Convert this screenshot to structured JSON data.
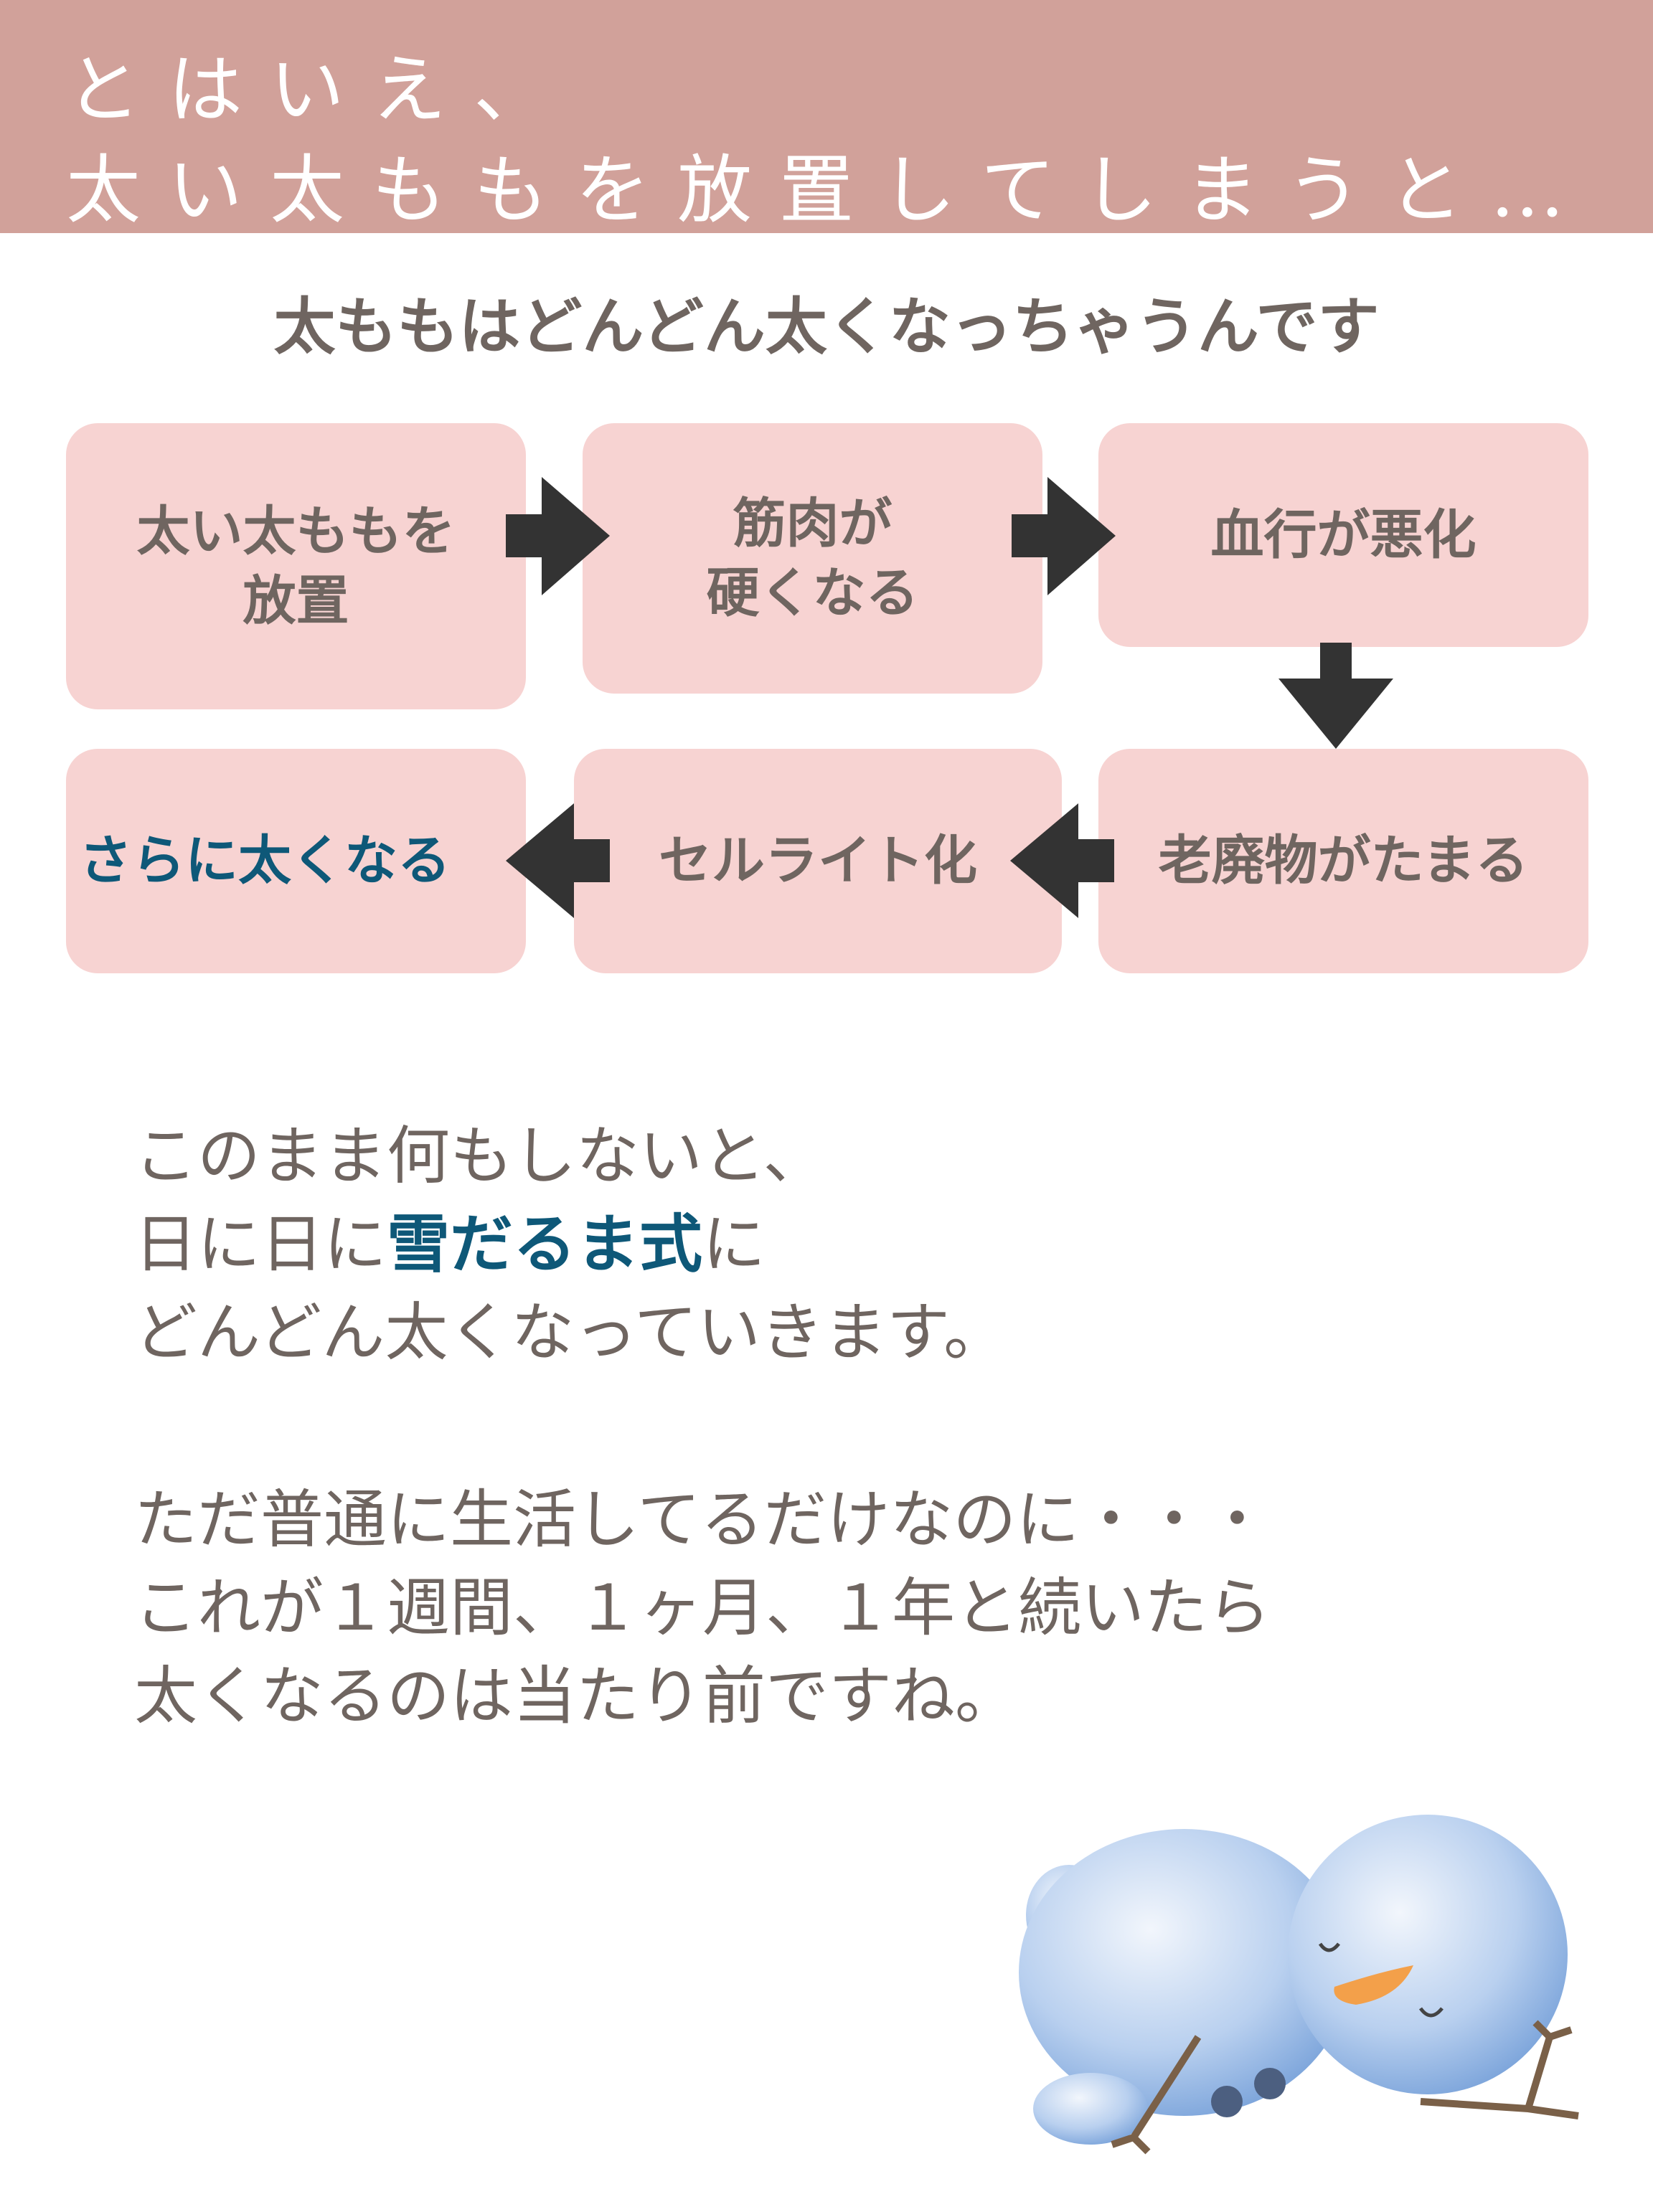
{
  "header": {
    "line1": "とはいえ、",
    "line2": "太い太ももを放置してしまうと…",
    "bg": "#d1a19a"
  },
  "subtitle": "太ももはどんどん太くなっちゃうんです",
  "flow": {
    "steps": [
      {
        "line1": "太い太ももを",
        "line2": "放置"
      },
      {
        "line1": "筋肉が",
        "line2": "硬くなる"
      },
      {
        "line1": "血行が悪化"
      },
      {
        "line1": "老廃物がたまる"
      },
      {
        "line1": "セルライト化"
      },
      {
        "line1": "さらに太くなる"
      }
    ],
    "box_color": "#f7d3d2",
    "accent": "#0e5878"
  },
  "body": {
    "p1": {
      "l1": "このまま何もしないと、",
      "l2a": "日に日に",
      "l2b": "雪だるま式",
      "l2c": "に",
      "l3": "どんどん太くなっていきます。"
    },
    "p2": {
      "l1": "ただ普通に生活してるだけなのに・・・",
      "l2": "これが１週間、１ヶ月、１年と続いたら",
      "l3": "太くなるのは当たり前ですね。"
    }
  }
}
